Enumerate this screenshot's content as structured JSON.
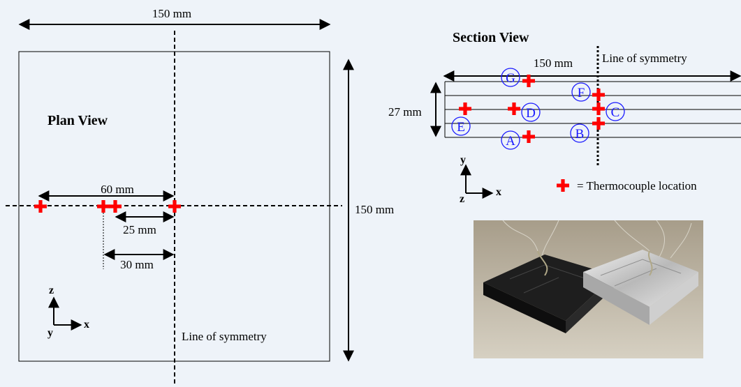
{
  "colors": {
    "background": "#eef3f9",
    "line": "#000000",
    "marker": "#ff0000",
    "circle_label": "#1a1aff",
    "photo_bg": "#8a7e6a"
  },
  "plan": {
    "top_dimension": "150 mm",
    "side_dimension": "150 mm",
    "title": "Plan View",
    "dim_60": "60 mm",
    "dim_25": "25 mm",
    "dim_30": "30 mm",
    "symmetry_label": "Line of symmetry",
    "axes": {
      "vertical": "z",
      "horizontal": "x",
      "out_of_page": "y"
    }
  },
  "section": {
    "title": "Section View",
    "width_dimension": "150 mm",
    "thickness_dimension": "27 mm",
    "symmetry_label": "Line of symmetry",
    "points": [
      "A",
      "B",
      "C",
      "D",
      "E",
      "F",
      "G"
    ],
    "axes": {
      "vertical": "y",
      "horizontal": "x",
      "out_of_page": "z"
    }
  },
  "legend": {
    "icon": "red-plus-icon",
    "text": "= Thermocouple location"
  },
  "photo": {
    "subject": "photo-of-two-instrumented-slabs"
  }
}
